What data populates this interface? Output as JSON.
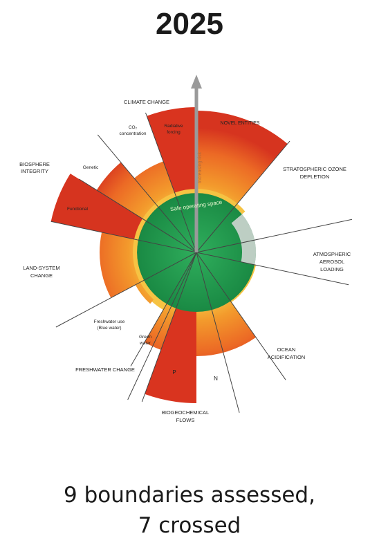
{
  "header": {
    "year": "2025"
  },
  "diagram": {
    "safe_space_label": "Safe operating space",
    "increasing_risk_label": "Increasing risk",
    "boundaries": [
      {
        "id": "climate",
        "label_lines": [
          "CLIMATE CHANGE"
        ]
      },
      {
        "id": "co2",
        "label_lines": [
          "CO₂",
          "concentration"
        ]
      },
      {
        "id": "radiative",
        "label_lines": [
          "Radiative",
          "forcing"
        ]
      },
      {
        "id": "novel",
        "label_lines": [
          "NOVEL ENTITIES"
        ]
      },
      {
        "id": "ozone",
        "label_lines": [
          "STRATOSPHERIC OZONE",
          "DEPLETION"
        ]
      },
      {
        "id": "aerosol",
        "label_lines": [
          "ATMOSPHERIC",
          "AEROSOL",
          "LOADING"
        ]
      },
      {
        "id": "ocean",
        "label_lines": [
          "OCEAN",
          "ACIDIFICATION"
        ]
      },
      {
        "id": "biogeo",
        "label_lines": [
          "BIOGEOCHEMICAL",
          "FLOWS"
        ]
      },
      {
        "id": "n",
        "label_lines": [
          "N"
        ]
      },
      {
        "id": "p",
        "label_lines": [
          "P"
        ]
      },
      {
        "id": "freshwater",
        "label_lines": [
          "FRESHWATER CHANGE"
        ]
      },
      {
        "id": "green",
        "label_lines": [
          "Green",
          "water"
        ]
      },
      {
        "id": "blue",
        "label_lines": [
          "Freshwater use",
          "(Blue water)"
        ]
      },
      {
        "id": "land",
        "label_lines": [
          "LAND-SYSTEM",
          "CHANGE"
        ]
      },
      {
        "id": "biosphere",
        "label_lines": [
          "BIOSPHERE",
          "INTEGRITY"
        ]
      },
      {
        "id": "genetic",
        "label_lines": [
          "Genetic"
        ]
      },
      {
        "id": "functional",
        "label_lines": [
          "Functional"
        ]
      }
    ],
    "colors": {
      "safe": "#1f9a4e",
      "zone_yellow": "#f6c343",
      "zone_orange": "#f39a2c",
      "zone_red": "#d6341f",
      "line": "#333333",
      "arrow": "#9a9a9a"
    }
  },
  "footer": {
    "line1": "9 boundaries assessed,",
    "line2": "7 crossed"
  }
}
